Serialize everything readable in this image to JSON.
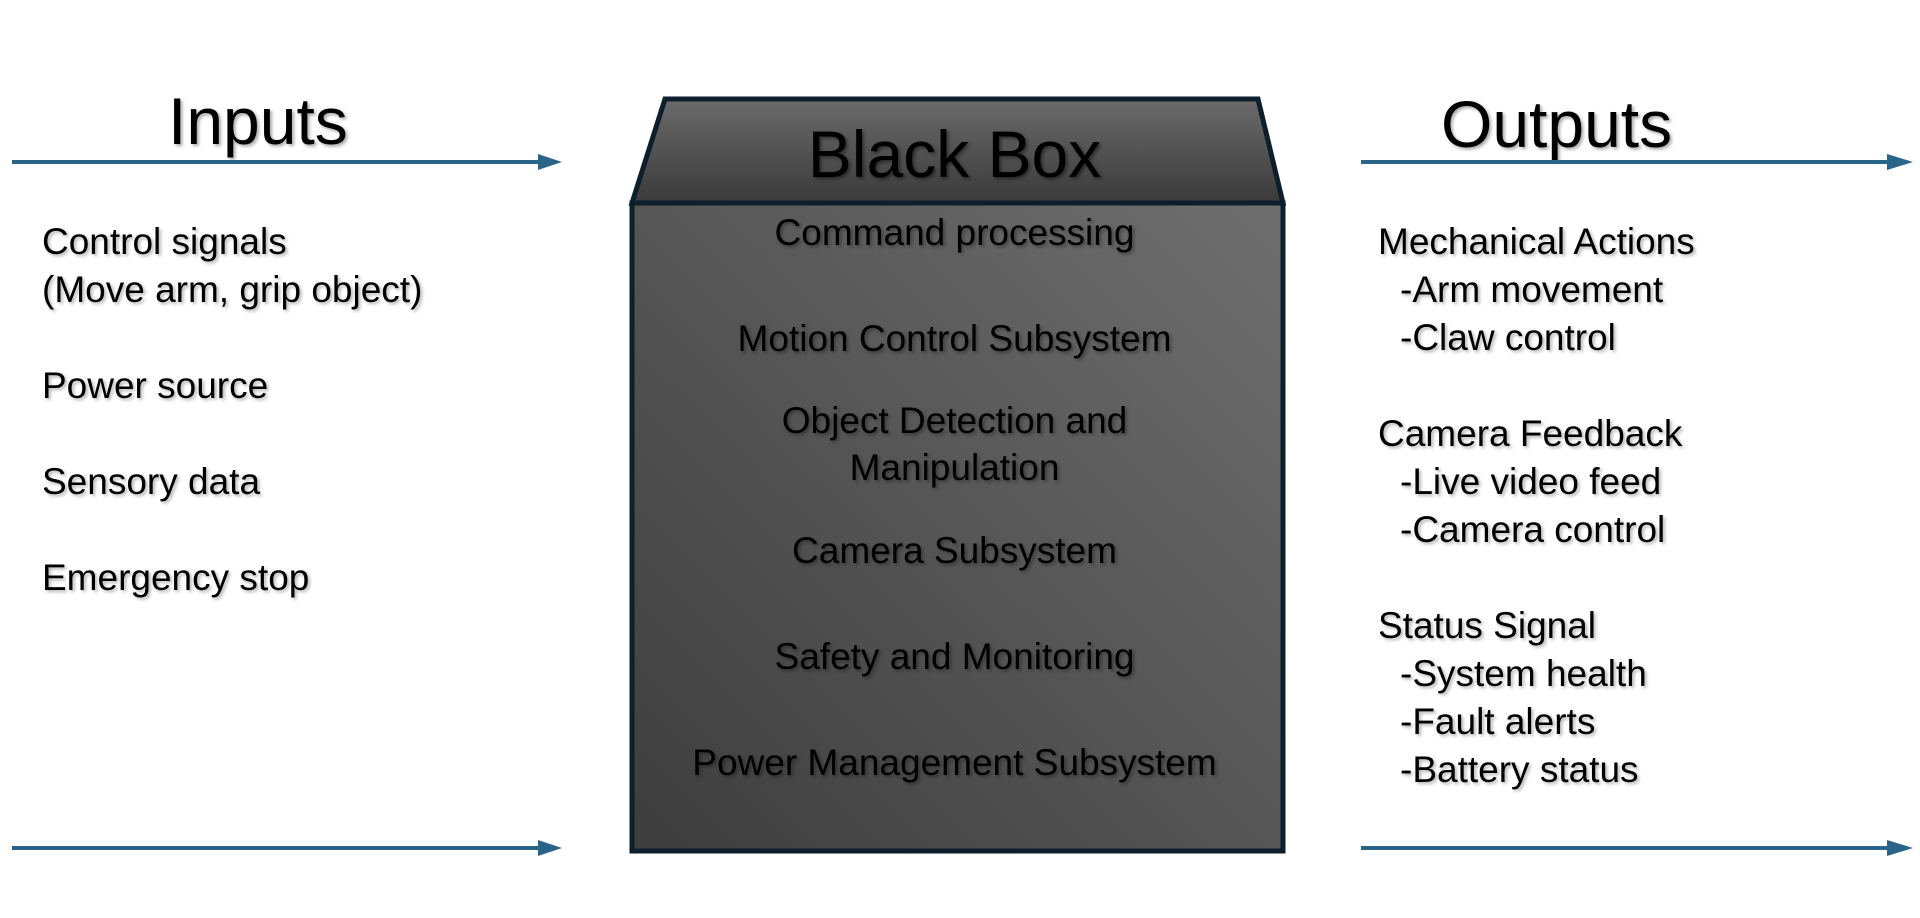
{
  "inputs": {
    "title": "Inputs",
    "items": [
      {
        "lines": [
          "Control signals",
          "(Move arm, grip object)"
        ]
      },
      {
        "lines": [
          "Power source"
        ]
      },
      {
        "lines": [
          "Sensory data"
        ]
      },
      {
        "lines": [
          "Emergency stop"
        ]
      }
    ]
  },
  "black_box": {
    "title": "Black Box",
    "subsystems": [
      {
        "lines": [
          "Command processing"
        ]
      },
      {
        "lines": [
          "Motion Control Subsystem"
        ]
      },
      {
        "lines": [
          "Object Detection and",
          "Manipulation"
        ]
      },
      {
        "lines": [
          "Camera Subsystem"
        ]
      },
      {
        "lines": [
          "Safety and Monitoring"
        ]
      },
      {
        "lines": [
          "Power Management Subsystem"
        ]
      }
    ]
  },
  "outputs": {
    "title": "Outputs",
    "groups": [
      {
        "heading": "Mechanical Actions",
        "details": [
          "-Arm movement",
          "-Claw control"
        ]
      },
      {
        "heading": "Camera Feedback",
        "details": [
          "-Live video feed",
          "-Camera control"
        ]
      },
      {
        "heading": "Status Signal",
        "details": [
          "-System health",
          "-Fault alerts",
          "-Battery status"
        ]
      }
    ]
  },
  "colors": {
    "arrow": "#2a6489",
    "box_border": "#0e1f2c",
    "box_light": "#6f6f6f",
    "box_dark": "#3d3d3d",
    "lid_light": "#6b6b6b",
    "lid_dark": "#3a3a3a"
  }
}
